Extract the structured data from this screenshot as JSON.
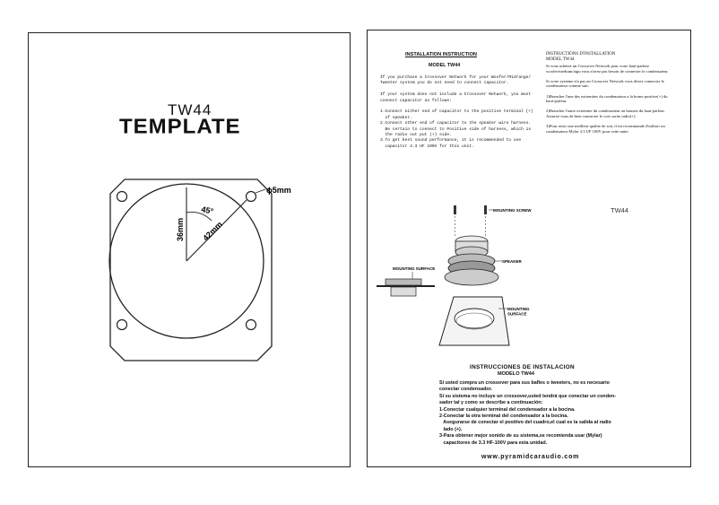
{
  "left_page": {
    "model": "TW44",
    "title": "TEMPLATE",
    "dim_hole": "ϕ5mm",
    "dim_angle": "45°",
    "dim_height": "36mm",
    "dim_radius": "42mm"
  },
  "right_page": {
    "en": {
      "heading": "INSTALLATION INSTRUCTION",
      "model": "MODEL TW44",
      "lines": [
        "If you purchase a Crossover Network for your Woofer/Midrange/",
        "Tweeter system you do not need to connect capacitor.",
        "",
        "If your system does not include a Crossover Network, you must",
        "connect capacitor as follows:",
        "",
        "1.Connect either end of capacitor to the positive terminal (+)",
        "  of speaker.",
        "2.Connect other end of capacitor to the speaker wire harness.",
        "  Be certain to connect to Positive side of harness, which is",
        "  the radio out put (+) side.",
        "3.To get best sound performance, it is recommended to use",
        "  capacitor 3.3 UF 100V for this unit."
      ]
    },
    "fr": {
      "heading": "INSTRUCTIONS D'INSTALLATION",
      "model": "MODEL TW44",
      "lines": [
        "Si vous achetez un Crossover Network pour votre haut-parleur",
        "woofer/medium/aigu vous n'avez pas besoin de connecter le condensateur.",
        "",
        "Si votre systeme n'a pas un Crossover Network vous devez connecter le",
        "condensateur comme suit:",
        "",
        "1)Brancher l'une des extremites du condensateur a la borne positive(+) du",
        "haut-parleur.",
        "",
        "2)Brancher l'autre extremite du condensateur au harnais du haut-parleur.",
        "Assurez-vous de bien connecter le cote sortie radio(+).",
        "",
        "3)Pour avoir une meilleur qualite de son, il est recommande d'utiliser un",
        "condensateur Mylar 3.3 UF 100V pour cette unite."
      ]
    },
    "diagram": {
      "model": "TW44",
      "label_mounting_screw": "MOUNTING SCREW",
      "label_mounting_surface_left": "MOUNTING SURFACE",
      "label_speaker": "SPEAKER",
      "label_mounting_surface_right": "MOUNTING\nSURFACE"
    },
    "es": {
      "heading": "INSTRUCCIONES DE INSTALACION",
      "model": "MODELO TW44",
      "lines": [
        "Si usted compra un crossover para sus bafles o tweeters, no es necesario",
        "conectar condensador.",
        "Si su sistema no incluye un crossover,usted tendrá que conectar un conden-",
        "sador tal y como se describe a continuación:",
        "1-Conectar cualquier terminal del condensador a la bocina.",
        "2-Conectar la otra terminal del condensador a la bocina.",
        "   Asegurarse de conectar el positivo del cuadro,el cual es la salida al radio",
        "   lado (+).",
        "3-Para obtener mejor sonido de su sistema,se recomienda usar (Mylar)",
        "   capacitores de 3.3 HF-100V para esta unidad."
      ]
    },
    "website": "www.pyramidcaraudio.com"
  }
}
